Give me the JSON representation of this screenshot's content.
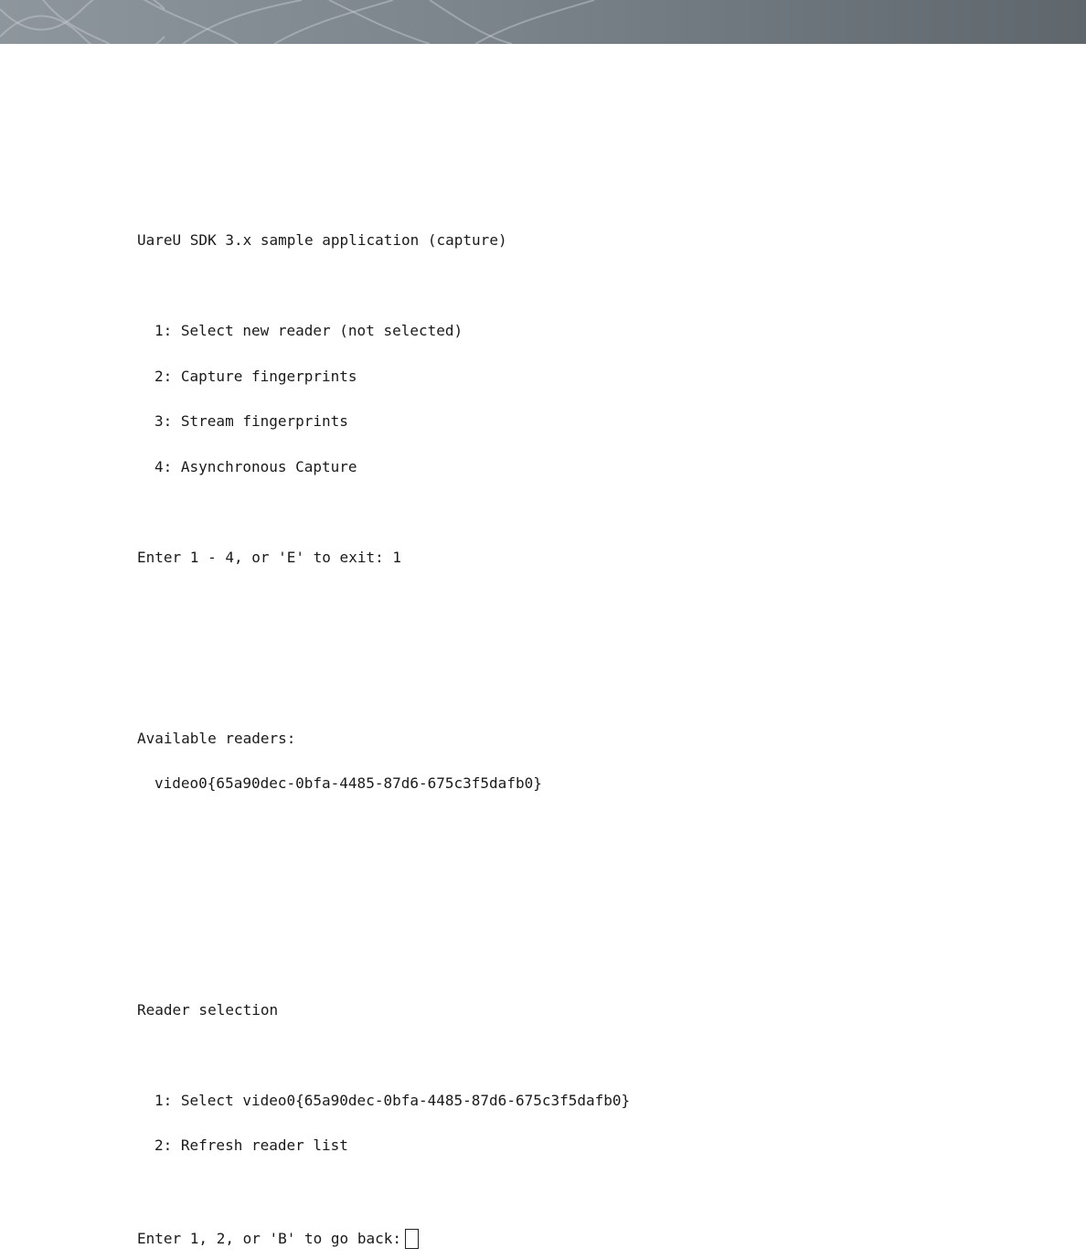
{
  "banner": {
    "background_color": "#7b848b",
    "pattern": "interlocking-curves"
  },
  "terminal": {
    "title": "UareU SDK 3.x sample application (capture)",
    "main_menu": [
      "1: Select new reader (not selected)",
      "2: Capture fingerprints",
      "3: Stream fingerprints",
      "4: Asynchronous Capture"
    ],
    "main_prompt": "Enter 1 - 4, or 'E' to exit: 1",
    "readers_heading": "Available readers:",
    "readers": [
      "video0{65a90dec-0bfa-4485-87d6-675c3f5dafb0}"
    ],
    "selection_heading": "Reader selection",
    "selection_menu": [
      "1: Select video0{65a90dec-0bfa-4485-87d6-675c3f5dafb0}",
      "2: Refresh reader list"
    ],
    "selection_prompt": "Enter 1, 2, or 'B' to go back:"
  }
}
